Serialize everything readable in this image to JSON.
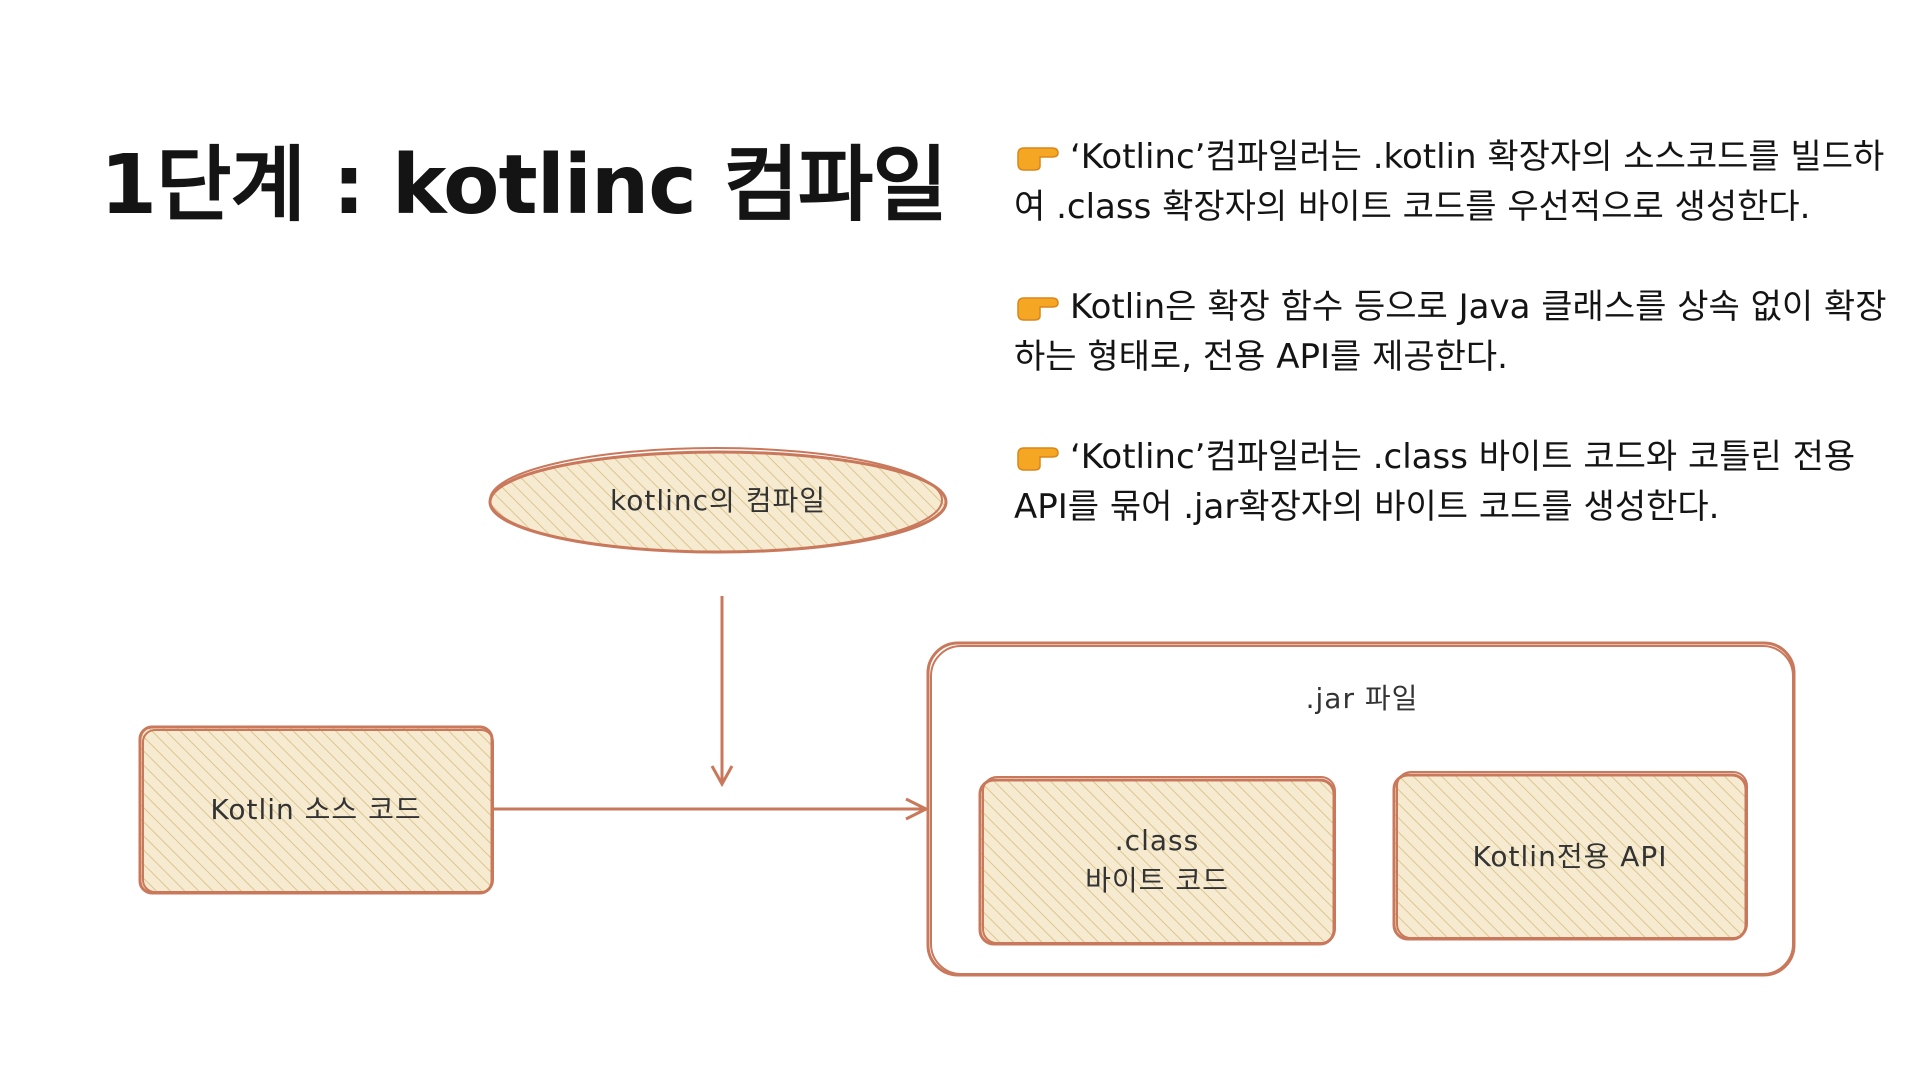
{
  "title": "1단계 : kotlinc 컴파일",
  "notes": [
    {
      "icon": "pointing-hand-icon",
      "text": "‘Kotlinc’컴파일러는 .kotlin 확장자의 소스코드를 빌드하여 .class 확장자의 바이트 코드를 우선적으로 생성한다."
    },
    {
      "icon": "pointing-hand-icon",
      "text": "Kotlin은 확장 함수 등으로 Java 클래스를 상속 없이 확장하는 형태로, 전용 API를 제공한다."
    },
    {
      "icon": "pointing-hand-icon",
      "text": "‘Kotlinc’컴파일러는 .class 바이트 코드와 코틀린 전용 API를 묶어 .jar확장자의 바이트 코드를 생성한다."
    }
  ],
  "diagram": {
    "compiler_label": "kotlinc의 컴파일",
    "source_label": "Kotlin 소스 코드",
    "jar_label": ".jar 파일",
    "class_label_line1": ".class",
    "class_label_line2": "바이트 코드",
    "api_label": "Kotlin전용 API"
  },
  "colors": {
    "stroke": "#c9785c",
    "fill": "#f5e8c8",
    "hatch": "#dcc690",
    "icon": "#f5a623"
  }
}
